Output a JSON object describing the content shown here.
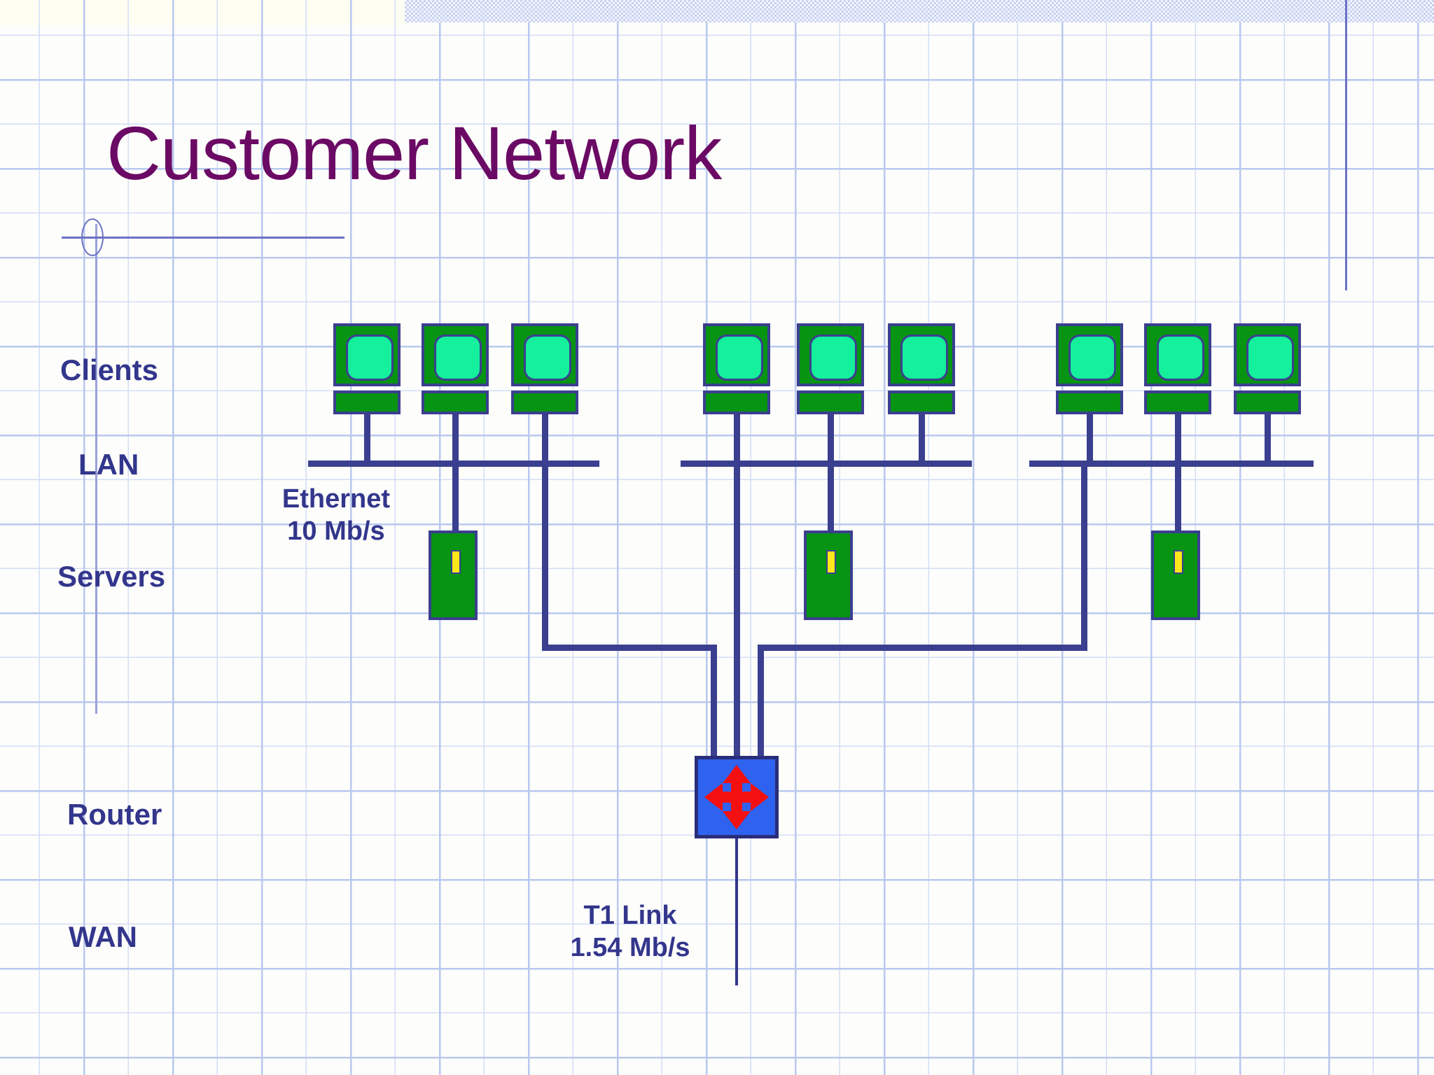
{
  "slide": {
    "title": "Customer Network",
    "title_color": "#6b0a64",
    "label_color": "#33368c",
    "background": "graph-paper"
  },
  "row_labels": {
    "clients": "Clients",
    "lan": "LAN",
    "servers": "Servers",
    "router": "Router",
    "wan": "WAN"
  },
  "annotations": {
    "ethernet": "Ethernet\n10 Mb/s",
    "t1": "T1 Link\n1.54 Mb/s"
  },
  "palette": {
    "client_body": "#079413",
    "client_screen": "#14f09b",
    "icon_outline": "#3b3f8f",
    "server_led": "#ffe81a",
    "router_fill": "#2f63ef",
    "router_arrow": "#f41010",
    "wire": "#3b3f8f",
    "grid_minor": "#d3ddf7",
    "grid_major": "#b9c8ef"
  },
  "topology": {
    "lan_segments": [
      {
        "name": "lan-segment-left",
        "clients": 3,
        "servers": 1
      },
      {
        "name": "lan-segment-center",
        "clients": 3,
        "servers": 1
      },
      {
        "name": "lan-segment-right",
        "clients": 3,
        "servers": 1
      }
    ],
    "router_uplinks": 3,
    "wan_links": 1,
    "ethernet_speed": "10 Mb/s",
    "wan_speed": "1.54 Mb/s",
    "wan_type": "T1 Link"
  },
  "icons": {
    "client": "workstation-icon",
    "server": "server-tower-icon",
    "router": "router-four-arrow-icon"
  }
}
